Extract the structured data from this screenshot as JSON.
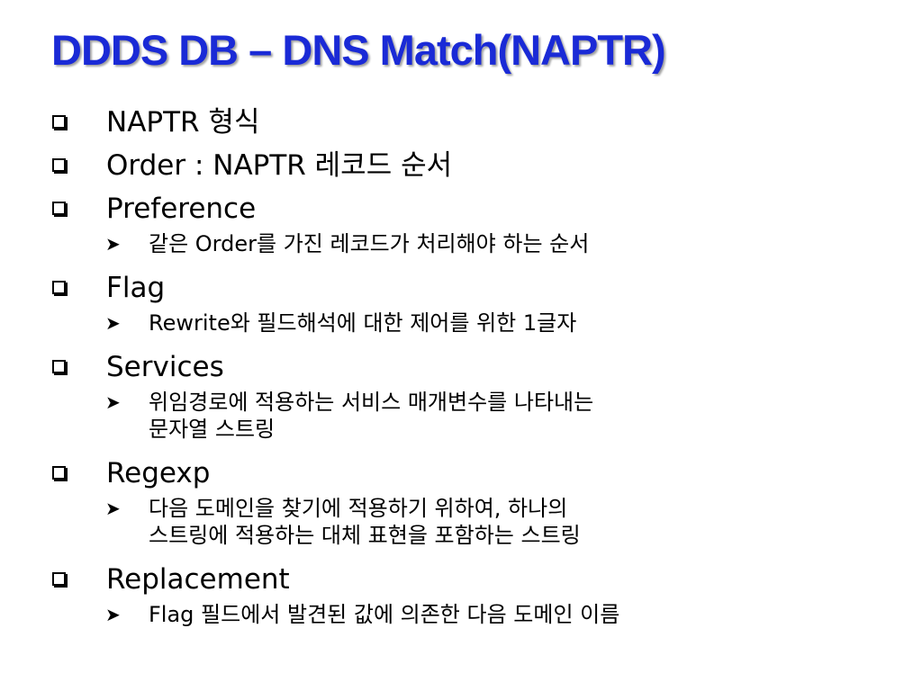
{
  "title": "DDDS DB – DNS Match(NAPTR)",
  "icons": {
    "bullet": "square-bullet-icon",
    "sub_bullet": "arrow-bullet-icon"
  },
  "colors": {
    "title": "#1a2ad6"
  },
  "items": [
    {
      "text": "NAPTR 형식",
      "subs": []
    },
    {
      "text": "Order : NAPTR 레코드 순서",
      "subs": []
    },
    {
      "text": "Preference",
      "subs": [
        {
          "lines": [
            "같은 Order를 가진 레코드가 처리해야 하는 순서"
          ]
        }
      ]
    },
    {
      "text": "Flag",
      "subs": [
        {
          "lines": [
            "Rewrite와 필드해석에 대한 제어를 위한 1글자"
          ]
        }
      ]
    },
    {
      "text": "Services",
      "subs": [
        {
          "lines": [
            "위임경로에 적용하는 서비스 매개변수를 나타내는",
            "문자열 스트링"
          ]
        }
      ]
    },
    {
      "text": "Regexp",
      "subs": [
        {
          "lines": [
            "다음 도메인을 찾기에 적용하기 위하여, 하나의",
            "스트링에 적용하는 대체 표현을 포함하는 스트링"
          ]
        }
      ]
    },
    {
      "text": "Replacement",
      "subs": [
        {
          "lines": [
            "Flag 필드에서 발견된 값에 의존한 다음 도메인 이름"
          ]
        }
      ]
    }
  ]
}
